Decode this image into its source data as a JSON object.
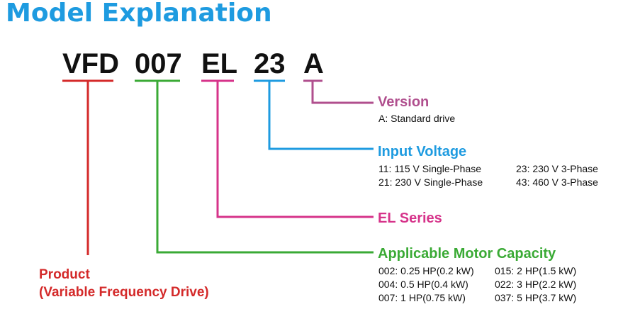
{
  "title": "Model Explanation",
  "model_code": {
    "vfd": "VFD",
    "capacity": "007",
    "series": "EL",
    "voltage": "23",
    "version": "A"
  },
  "colors": {
    "title": "#1e9be0",
    "vfd": "#d42a2a",
    "capacity": "#3aaa35",
    "series": "#d6338a",
    "voltage": "#1e9be0",
    "version": "#b04f8e"
  },
  "version": {
    "heading": "Version",
    "items": [
      "A: Standard drive"
    ]
  },
  "input_voltage": {
    "heading": "Input Voltage",
    "items": [
      "11: 115 V Single-Phase",
      "23: 230 V 3-Phase",
      "21: 230 V Single-Phase",
      "43: 460 V 3-Phase"
    ]
  },
  "series": {
    "heading": "EL Series"
  },
  "motor_capacity": {
    "heading": "Applicable Motor Capacity",
    "items": [
      "002: 0.25 HP(0.2 kW)",
      "015: 2 HP(1.5 kW)",
      "004: 0.5 HP(0.4 kW)",
      "022: 3 HP(2.2 kW)",
      "007: 1 HP(0.75 kW)",
      "037: 5 HP(3.7 kW)"
    ]
  },
  "product": {
    "line1": "Product",
    "line2": "(Variable Frequency Drive)"
  }
}
